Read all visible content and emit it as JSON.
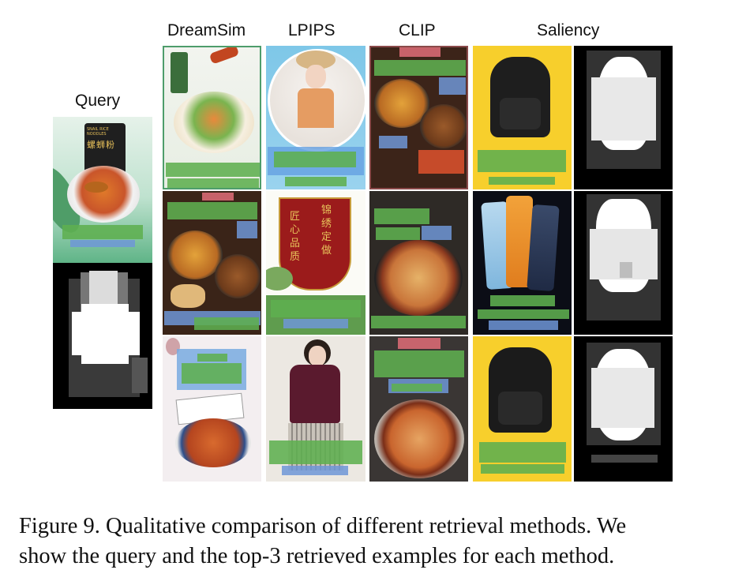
{
  "headers": {
    "query": "Query",
    "dreamsim": "DreamSim",
    "lpips": "LPIPS",
    "clip": "CLIP",
    "saliency": "Saliency"
  },
  "query_text": {
    "product_label": "SNAIL RICE NOODLES",
    "product_name": "螺蛳粉"
  },
  "lpips_banner": {
    "lines": [
      "匠 心 品 质",
      "锦 绣 定 做"
    ]
  },
  "caption": {
    "line1": "Figure 9. Qualitative comparison of different retrieval methods. We",
    "line2": "show the query and the top-3 retrieved examples for each method."
  },
  "colors": {
    "green_box": "#5faf50",
    "blue_box": "#6e96d7",
    "pink_box": "#d7696f",
    "yellow_bg": "#f7cf2c"
  }
}
